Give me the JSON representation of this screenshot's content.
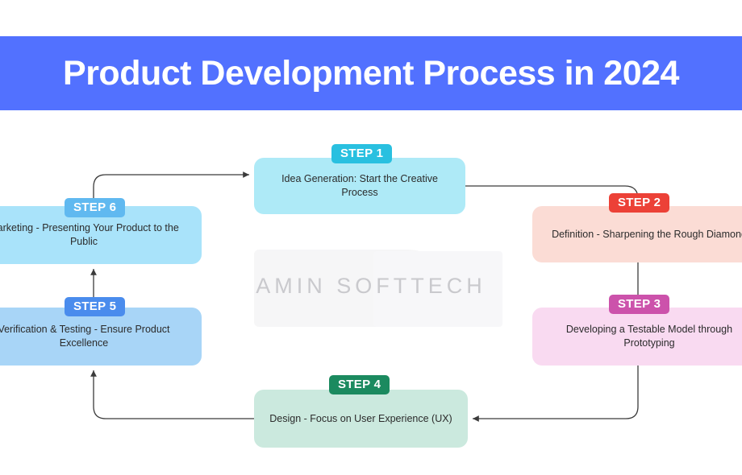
{
  "header": {
    "title": "Product Development Process in 2024",
    "background_color": "#5271ff",
    "text_color": "#ffffff"
  },
  "watermark": {
    "text": "AMIN SOFTTECH",
    "color": "#c9c9cd"
  },
  "diagram": {
    "type": "cycle-flowchart",
    "direction": "clockwise",
    "steps": [
      {
        "badge": "STEP 1",
        "label": "Idea Generation: Start the Creative Process",
        "box_color": "#aeeaf7",
        "badge_color": "#29c0e0"
      },
      {
        "badge": "STEP 2",
        "label": "Definition - Sharpening the Rough Diamond",
        "box_color": "#fbdcd5",
        "badge_color": "#ec4137"
      },
      {
        "badge": "STEP 3",
        "label": "Developing a Testable Model through\nPrototyping",
        "box_color": "#f9daf1",
        "badge_color": "#cc52ab"
      },
      {
        "badge": "STEP 4",
        "label": "Design - Focus on User Experience (UX)",
        "box_color": "#cbe9de",
        "badge_color": "#1b8a5f"
      },
      {
        "badge": "STEP 5",
        "label": "Verification & Testing - Ensure Product\nExcellence",
        "box_color": "#a8d5f7",
        "badge_color": "#4a8ced"
      },
      {
        "badge": "STEP 6",
        "label": "Marketing - Presenting Your Product to the\nPublic",
        "box_color": "#a9e3fa",
        "badge_color": "#60b9f0"
      }
    ],
    "connector_color": "#3b3b3b"
  }
}
